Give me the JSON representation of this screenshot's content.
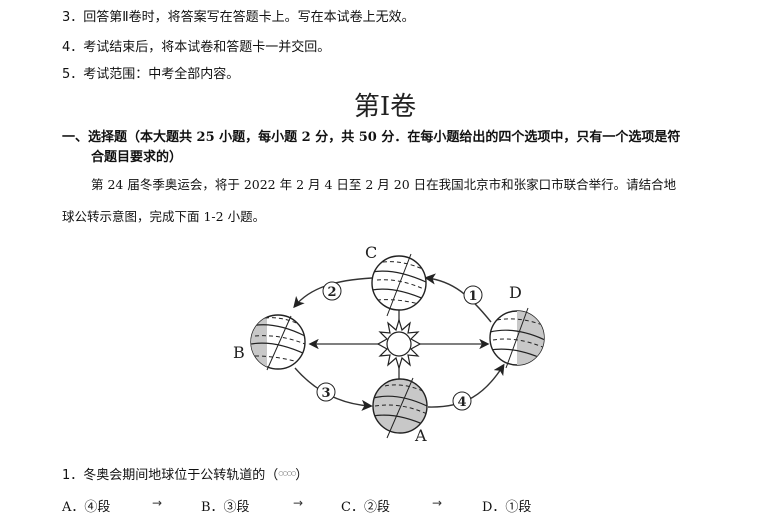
{
  "instructions": [
    {
      "num": "3．",
      "text": "回答第Ⅱ卷时，将答案写在答题卡上。写在本试卷上无效。"
    },
    {
      "num": "4．",
      "text": "考试结束后，将本试卷和答题卡一并交回。"
    },
    {
      "num": "5．",
      "text": "考试范围：中考全部内容。"
    }
  ],
  "section_title": "第Ⅰ卷",
  "section_heading": {
    "line1": "一、选择题（本大题共 25 小题，每小题 2 分，共 50 分．在每小题给出的四个选项中，只有一个选项是符",
    "line2": "合题目要求的）"
  },
  "passage": {
    "line1": "第 24 届冬季奥运会，将于 2022 年 2 月 4 日至 2 月 20 日在我国北京市和张家口市联合举行。请结合地",
    "line2": "球公转示意图，完成下面 1-2 小题。"
  },
  "diagram": {
    "positions": {
      "A": "A",
      "B": "B",
      "C": "C",
      "D": "D"
    },
    "segments": {
      "s1": "1",
      "s2": "2",
      "s3": "3",
      "s4": "4"
    }
  },
  "question": {
    "num": "1．",
    "text": "冬奥会期间地球位于公转轨道的（",
    "blank_mark": "○○○○",
    "close": "）",
    "options": [
      {
        "label": "A．④段",
        "arrow": "→"
      },
      {
        "label": "B．③段",
        "arrow": "→"
      },
      {
        "label": "C．②段",
        "arrow": "→"
      },
      {
        "label": "D．①段"
      }
    ]
  }
}
